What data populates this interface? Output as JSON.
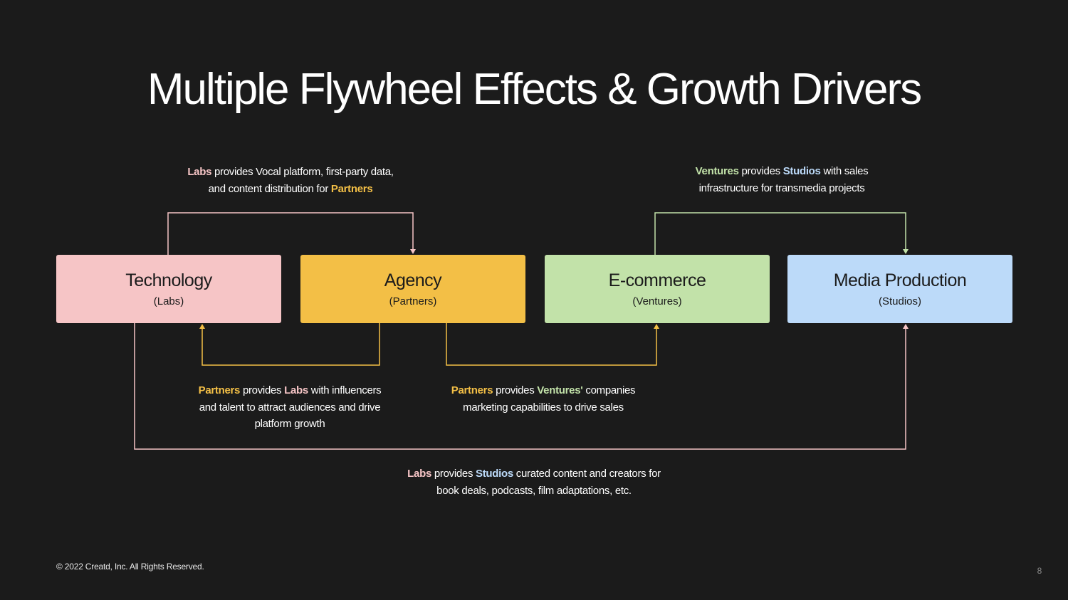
{
  "title": "Multiple Flywheel Effects & Growth Drivers",
  "boxes": {
    "technology": {
      "name": "Technology",
      "sub": "(Labs)",
      "color": "#f6c5c6"
    },
    "agency": {
      "name": "Agency",
      "sub": "(Partners)",
      "color": "#f3bf46"
    },
    "ecommerce": {
      "name": "E-commerce",
      "sub": "(Ventures)",
      "color": "#c2e2a9"
    },
    "media": {
      "name": "Media Production",
      "sub": "(Studios)",
      "color": "#bcdaf9"
    }
  },
  "captions": {
    "labs_to_partners": {
      "from": "Labs",
      "line1_rest": " provides Vocal platform, first-party data,",
      "line2_pre": "and content distribution for ",
      "to": "Partners"
    },
    "ventures_to_studios": {
      "from": "Ventures",
      "mid": " provides ",
      "to": "Studios",
      "line1_rest": " with sales",
      "line2": "infrastructure for transmedia projects"
    },
    "partners_to_labs": {
      "from": "Partners",
      "mid": " provides ",
      "to": "Labs",
      "line1_rest": " with influencers",
      "line2": "and talent to attract audiences and drive",
      "line3": "platform growth"
    },
    "partners_to_ventures": {
      "from": "Partners",
      "mid": " provides ",
      "to": "Ventures'",
      "line1_rest": " companies",
      "line2": "marketing capabilities to drive sales"
    },
    "labs_to_studios": {
      "from": "Labs",
      "mid": " provides ",
      "to": "Studios",
      "line1_rest": " curated content and creators for",
      "line2": "book deals, podcasts, film adaptations, etc."
    }
  },
  "footer": {
    "copyright": "© 2022 Creatd, Inc. All Rights Reserved.",
    "page_number": "8"
  },
  "colors": {
    "background": "#1b1b1b",
    "labs": "#f6c5c6",
    "partners": "#f3bf46",
    "ventures": "#c2e2a9",
    "studios": "#bcdaf9"
  }
}
